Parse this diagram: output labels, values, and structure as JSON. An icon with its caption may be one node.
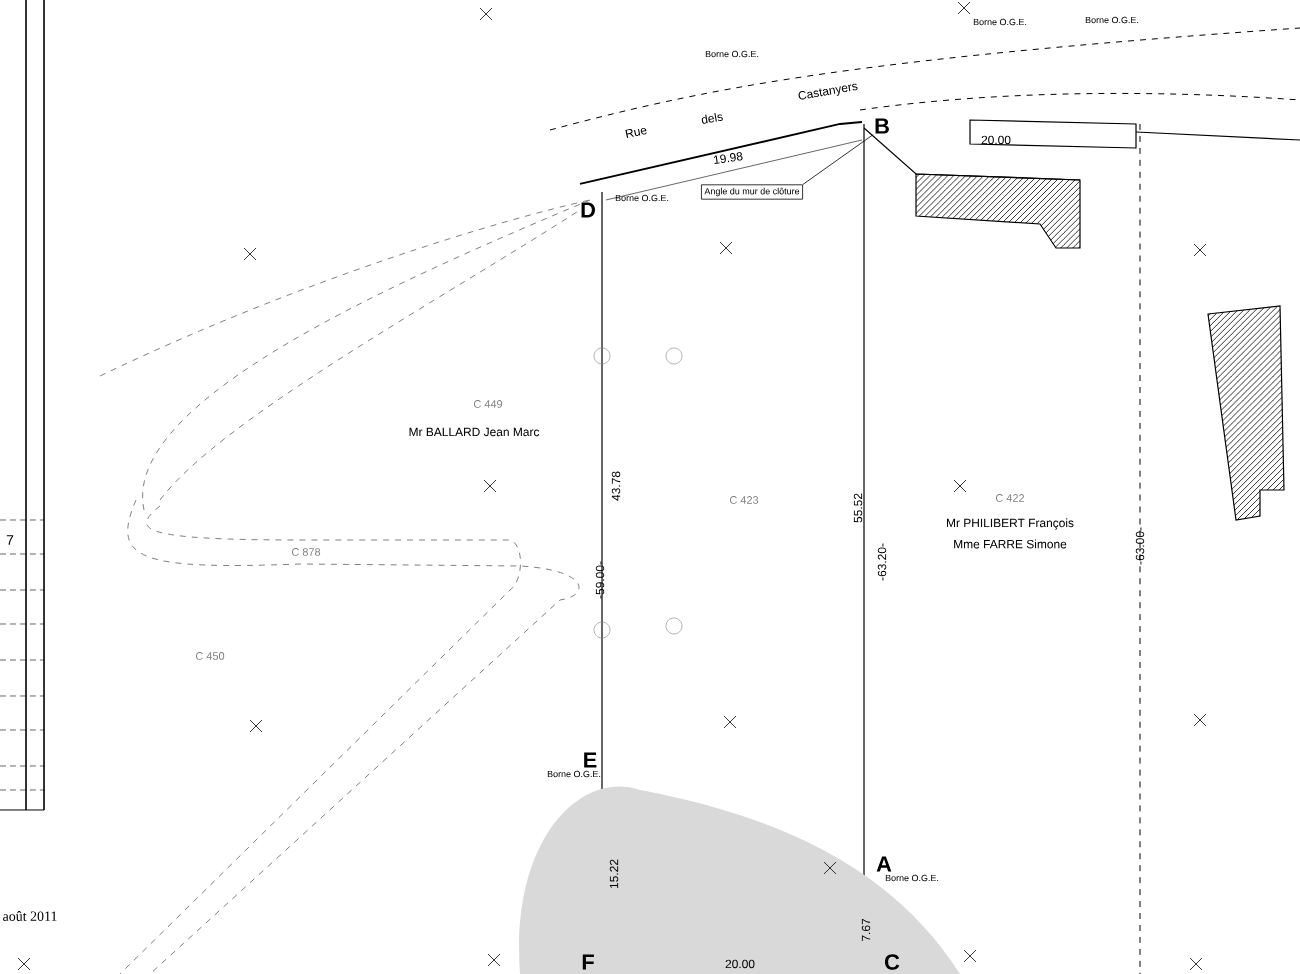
{
  "diagram": {
    "nodes": [
      {
        "text": [
          "Angle du mur de clôture"
        ]
      },
      {
        "text": [
          "B"
        ]
      }
    ],
    "edges": [
      {
        "from": 0,
        "to": 1,
        "arrow": "none"
      }
    ],
    "labels": [
      "Borne O.G.E.",
      "Borne O.G.E.",
      "Borne O.G.E.",
      "Rue",
      "dels",
      "Castanyers",
      "20.00",
      "19.98",
      "D",
      "Borne O.G.E.",
      "C 449",
      "Mr BALLARD Jean Marc",
      "43.78",
      "C 423",
      "55.52",
      "C 422",
      "Mr PHILIBERT François",
      "Mme FARRE Simone",
      "-63.20-",
      "-63.00-",
      "7",
      "C 878",
      "-59.00-",
      "C 450",
      "E",
      "Borne O.G.E.",
      "A",
      "Borne O.G.E.",
      "15.22",
      "7.67",
      "août 2011",
      "F",
      "C",
      "20.00"
    ]
  }
}
